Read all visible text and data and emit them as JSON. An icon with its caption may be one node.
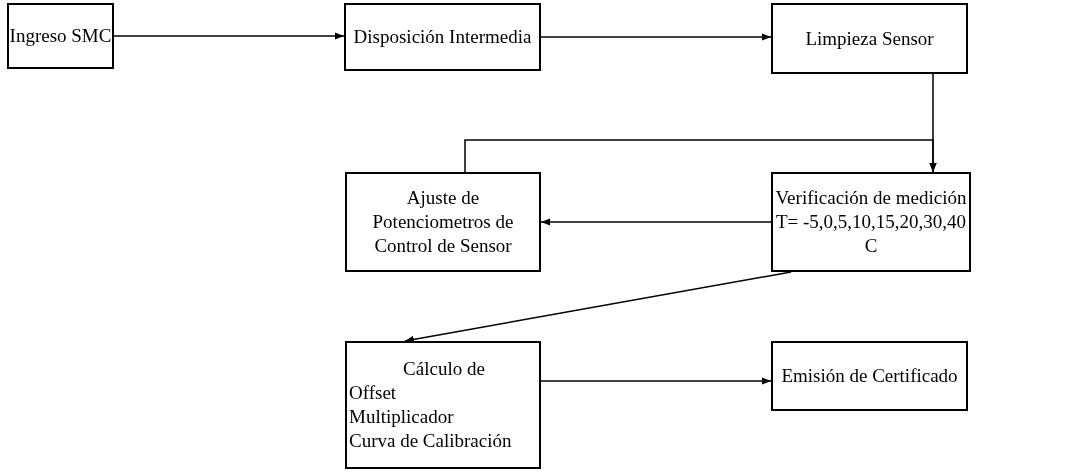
{
  "diagram": {
    "nodes": [
      {
        "text": [
          "Ingreso SMC"
        ]
      },
      {
        "text": [
          "Disposición Intermedia"
        ]
      },
      {
        "text": [
          "Limpieza Sensor"
        ]
      },
      {
        "text": [
          "Ajuste de Potenciometros de Control de Sensor"
        ]
      },
      {
        "text": [
          "Verificación de medición",
          "T= -5,0,5,10,15,20,30,40 C"
        ]
      },
      {
        "text": [
          "Cálculo de",
          "Offset",
          "Multiplicador",
          "Curva de Calibración"
        ]
      },
      {
        "text": [
          "Emisión de Certificado"
        ]
      }
    ],
    "edges": [
      {
        "from": 0,
        "to": 1,
        "arrow": "to"
      },
      {
        "from": 1,
        "to": 2,
        "arrow": "to"
      },
      {
        "from": 2,
        "to": 4,
        "arrow": "to"
      },
      {
        "from": 3,
        "to": 4,
        "arrow": "to"
      },
      {
        "from": 4,
        "to": 3,
        "arrow": "to"
      },
      {
        "from": 4,
        "to": 5,
        "arrow": "to"
      },
      {
        "from": 5,
        "to": 6,
        "arrow": "to"
      }
    ]
  }
}
